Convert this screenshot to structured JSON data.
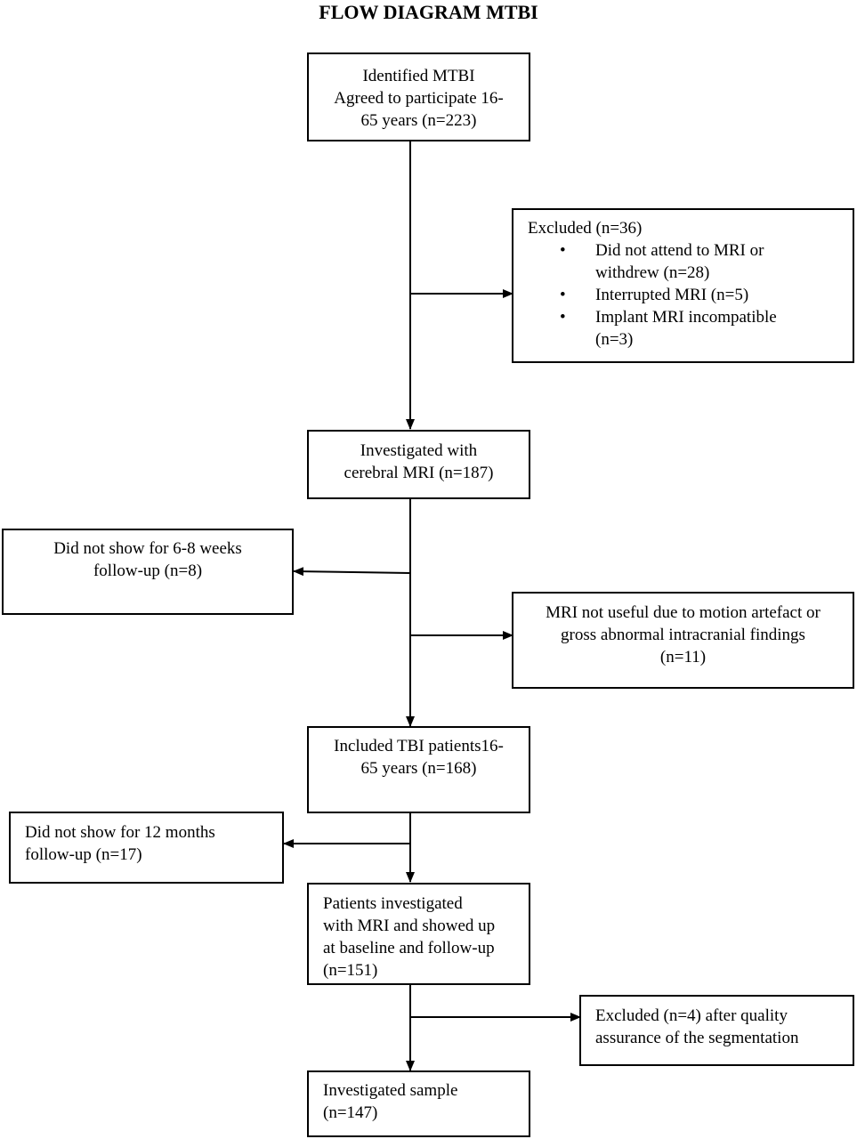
{
  "title": "FLOW DIAGRAM MTBI",
  "boxes": {
    "identified": [
      "Identified MTBI",
      "Agreed to participate 16-",
      "65 years (n=223)"
    ],
    "excluded1": {
      "heading": "Excluded (n=36)",
      "items": [
        [
          "Did not attend to MRI or",
          "withdrew (n=28)"
        ],
        [
          "Interrupted MRI (n=5)"
        ],
        [
          "Implant MRI incompatible",
          "(n=3)"
        ]
      ]
    },
    "investigated_mri": [
      "Investigated with",
      "cerebral MRI (n=187)"
    ],
    "no_show_6_8": [
      "Did not show for 6-8 weeks",
      "follow-up (n=8)"
    ],
    "mri_not_useful": [
      "MRI not useful due to motion artefact or",
      "gross abnormal intracranial findings",
      "(n=11)"
    ],
    "included_tbi": [
      "Included TBI patients16-",
      "65 years  (n=168)"
    ],
    "no_show_12m": [
      "Did not show for 12 months",
      "follow-up (n=17)"
    ],
    "patients_followup": [
      "Patients investigated",
      "with MRI and showed up",
      "at baseline and follow-up",
      "(n=151)"
    ],
    "excluded_quality": [
      "Excluded (n=4) after quality",
      "assurance of the segmentation"
    ],
    "investigated_sample": [
      "Investigated sample",
      "(n=147)"
    ]
  },
  "bullet_symbol": "•"
}
